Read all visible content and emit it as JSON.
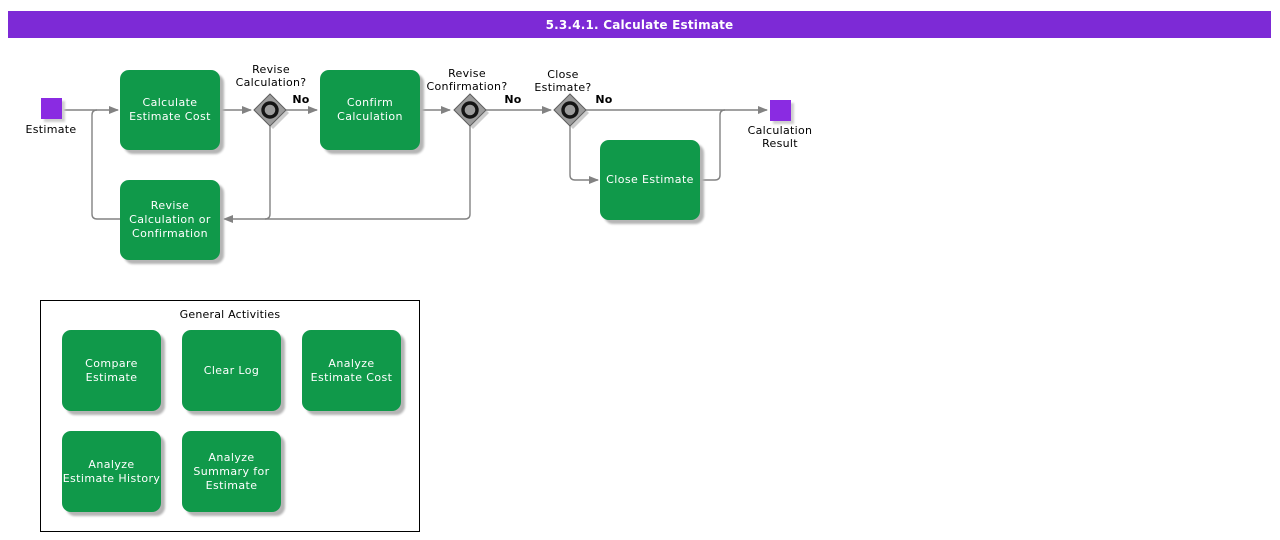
{
  "title_bar": {
    "text": "5.3.4.1. Calculate Estimate"
  },
  "colors": {
    "title_bar_bg": "#7D2AD6",
    "activity_green": "#10994A",
    "event_purple": "#8A2BE2",
    "connector_gray": "#828282",
    "decision_gray": "#9C9C9C"
  },
  "flow": {
    "start_label": "Estimate",
    "end_label": "Calculation\nResult",
    "activities": [
      {
        "label": "Calculate\nEstimate Cost"
      },
      {
        "label": "Confirm\nCalculation"
      },
      {
        "label": "Close Estimate"
      },
      {
        "label": "Revise\nCalculation or\nConfirmation"
      }
    ],
    "decisions": [
      {
        "question": "Revise\nCalculation?",
        "branch_label": "No"
      },
      {
        "question": "Revise\nConfirmation?",
        "branch_label": "No"
      },
      {
        "question": "Close\nEstimate?",
        "branch_label": "No"
      }
    ]
  },
  "general_activities": {
    "title": "General Activities",
    "items": [
      {
        "label": "Compare\nEstimate"
      },
      {
        "label": "Clear Log"
      },
      {
        "label": "Analyze\nEstimate Cost"
      },
      {
        "label": "Analyze\nEstimate History"
      },
      {
        "label": "Analyze\nSummary for\nEstimate"
      }
    ]
  }
}
